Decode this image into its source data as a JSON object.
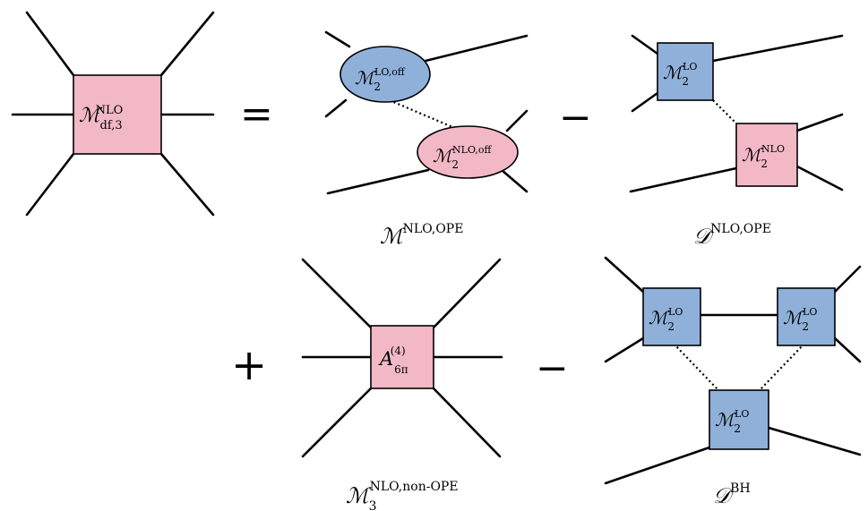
{
  "equation": {
    "lhs": {
      "sym": "ℳ",
      "sub": "df,3",
      "sup": "NLO"
    },
    "equals": "=",
    "minus": "−",
    "plus": "+"
  },
  "terms": {
    "m_nlo_ope": {
      "caption": {
        "sym": "ℳ",
        "sup": "NLO,OPE"
      },
      "blob_top": {
        "sym": "ℳ",
        "sub": "2",
        "sup": "LO,off"
      },
      "blob_bottom": {
        "sym": "ℳ",
        "sub": "2",
        "sup": "NLO,off"
      }
    },
    "d_nlo_ope": {
      "caption": {
        "sym": "𝒟",
        "sup": "NLO,OPE"
      },
      "box_top": {
        "sym": "ℳ",
        "sub": "2",
        "sup": "LO"
      },
      "box_bottom": {
        "sym": "ℳ",
        "sub": "2",
        "sup": "NLO"
      }
    },
    "m3_non_ope": {
      "caption": {
        "sym": "ℳ",
        "sub": "3",
        "sup": "NLO,non-OPE"
      },
      "box": {
        "sym": "A",
        "sub": "6π",
        "sup": "(4)"
      }
    },
    "d_bh": {
      "caption": {
        "sym": "𝒟",
        "sup": "BH"
      },
      "box_left": {
        "sym": "ℳ",
        "sub": "2",
        "sup": "LO"
      },
      "box_right": {
        "sym": "ℳ",
        "sub": "2",
        "sup": "LO"
      },
      "box_bottom": {
        "sym": "ℳ",
        "sub": "2",
        "sup": "LO"
      }
    }
  },
  "colors": {
    "nlo_pink": "#f2b8c6",
    "lo_blue": "#8fb0d9"
  }
}
